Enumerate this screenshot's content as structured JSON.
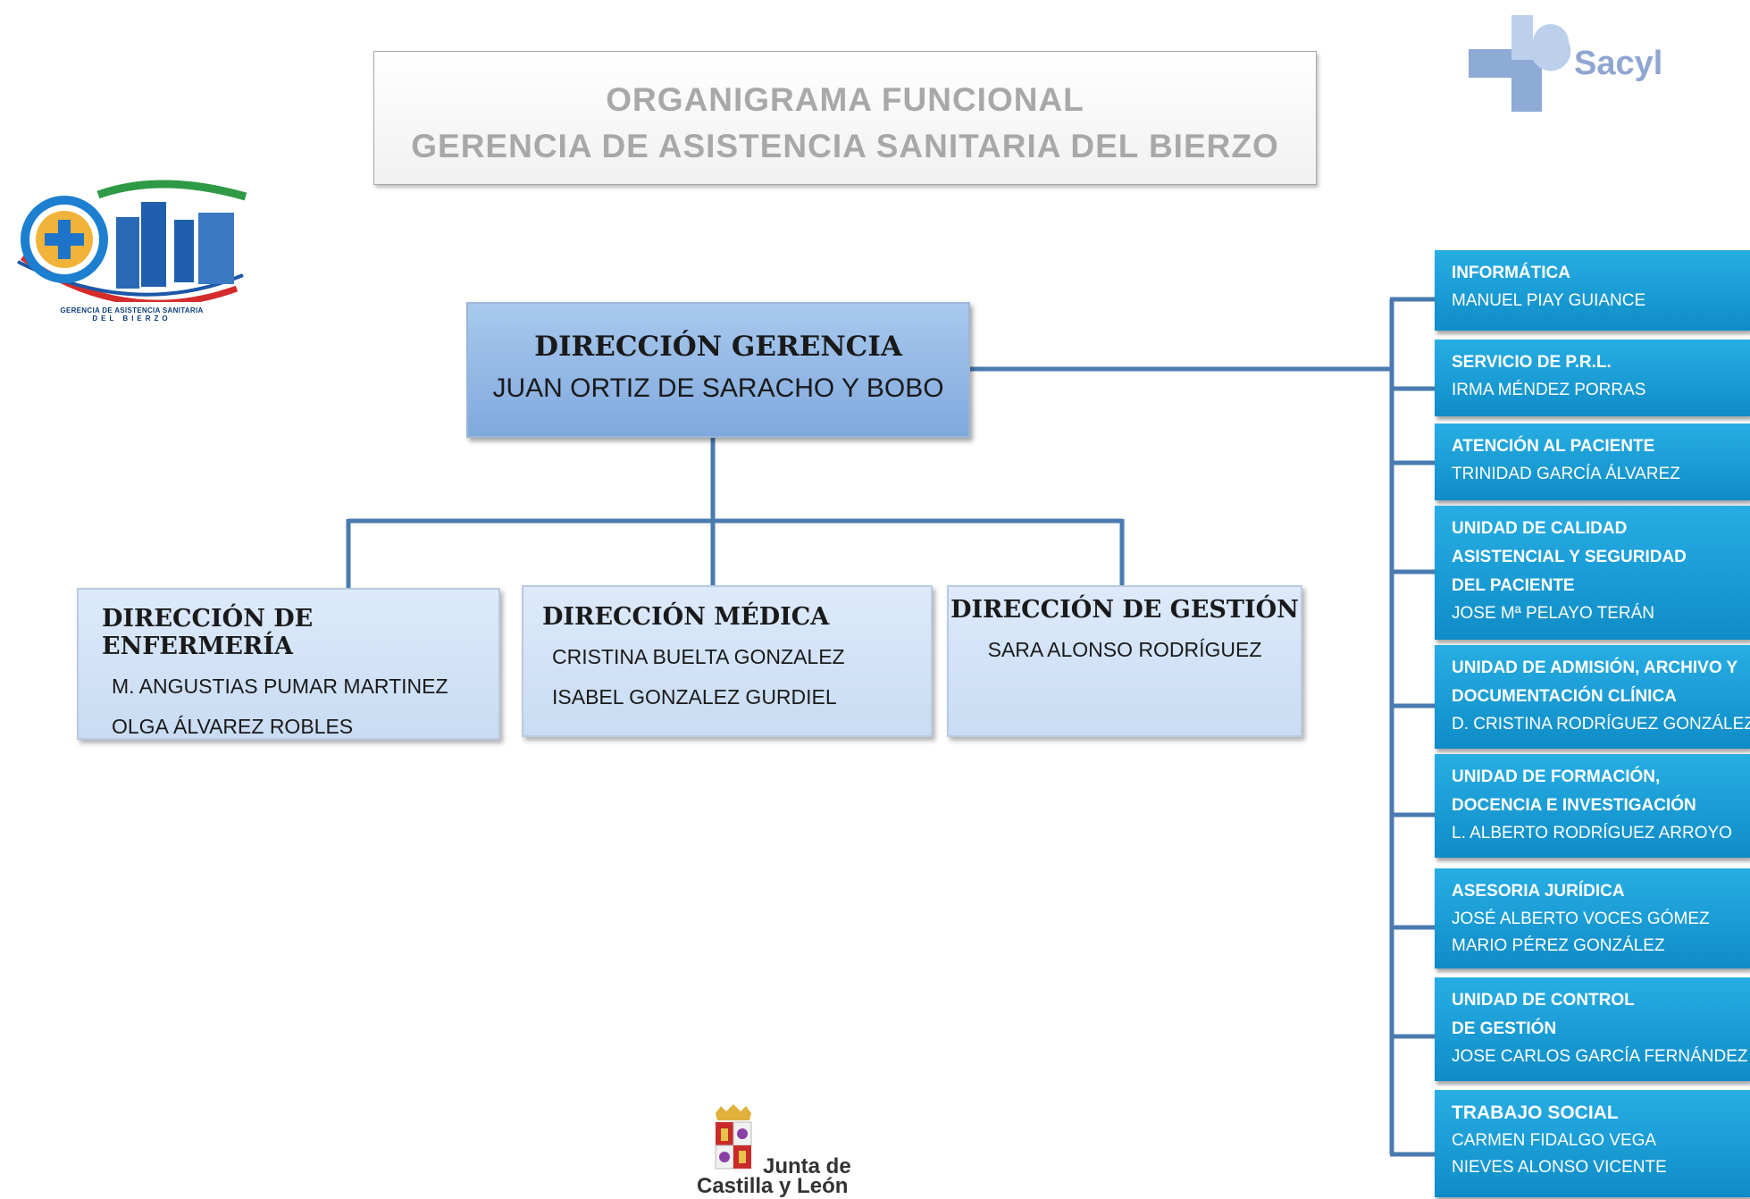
{
  "title": {
    "line1": "ORGANIGRAMA  FUNCIONAL",
    "line2": "GERENCIA  DE ASISTENCIA SANITARIA DEL BIERZO"
  },
  "logos": {
    "sacyl": "Sacyl",
    "gerencia_line1": "GERENCIA DE ASISTENCIA SANITARIA",
    "gerencia_line2": "DEL BIERZO",
    "junta_line1": "Junta de",
    "junta_line2": "Castilla y León"
  },
  "gerencia": {
    "title": "DIRECCIÓN GERENCIA",
    "name": "JUAN ORTIZ DE SARACHO Y BOBO"
  },
  "directions": [
    {
      "title": "DIRECCIÓN DE ENFERMERÍA",
      "names": [
        "M. ANGUSTIAS PUMAR MARTINEZ",
        "OLGA ÁLVAREZ ROBLES"
      ]
    },
    {
      "title": "DIRECCIÓN  MÉDICA",
      "names": [
        "CRISTINA BUELTA GONZALEZ",
        "ISABEL GONZALEZ GURDIEL"
      ]
    },
    {
      "title": "DIRECCIÓN DE GESTIÓN",
      "names": [
        "SARA ALONSO RODRÍGUEZ"
      ]
    }
  ],
  "units": [
    {
      "title": [
        "INFORMÁTICA"
      ],
      "names": [
        "MANUEL PIAY GUIANCE"
      ]
    },
    {
      "title": [
        "SERVICIO DE P.R.L."
      ],
      "names": [
        "IRMA MÉNDEZ PORRAS"
      ]
    },
    {
      "title": [
        "ATENCIÓN AL PACIENTE"
      ],
      "names": [
        "TRINIDAD GARCÍA ÁLVAREZ"
      ]
    },
    {
      "title": [
        "UNIDAD DE CALIDAD",
        "ASISTENCIAL Y SEGURIDAD",
        "DEL PACIENTE"
      ],
      "names": [
        "JOSE Mª PELAYO TERÁN"
      ]
    },
    {
      "title": [
        "UNIDAD DE ADMISIÓN, ARCHIVO Y",
        "DOCUMENTACIÓN CLÍNICA"
      ],
      "names": [
        "D. CRISTINA RODRÍGUEZ GONZÁLEZ"
      ]
    },
    {
      "title": [
        "UNIDAD DE FORMACIÓN,",
        "DOCENCIA E INVESTIGACIÓN"
      ],
      "names": [
        "L. ALBERTO  RODRÍGUEZ ARROYO"
      ]
    },
    {
      "title": [
        "ASESORIA JURÍDICA"
      ],
      "names": [
        "JOSÉ ALBERTO VOCES GÓMEZ",
        "MARIO PÉREZ GONZÁLEZ"
      ]
    },
    {
      "title": [
        "UNIDAD DE CONTROL",
        "DE GESTIÓN"
      ],
      "names": [
        "JOSE CARLOS GARCÍA FERNÁNDEZ"
      ]
    },
    {
      "title": [
        "TRABAJO SOCIAL"
      ],
      "names": [
        "CARMEN FIDALGO VEGA",
        "NIEVES ALONSO VICENTE"
      ]
    }
  ],
  "colors": {
    "connector": "#4a7bb0",
    "unit_box": "#1ca3dc",
    "gerencia_box": "#8fb6e6",
    "direction_box": "#d2e3f8"
  }
}
